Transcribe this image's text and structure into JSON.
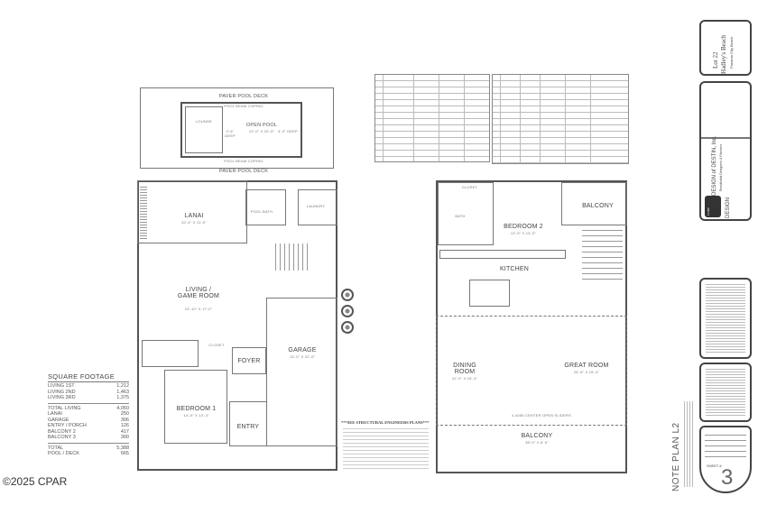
{
  "copyright": "©2025 CPAR",
  "first_floor": {
    "pool_deck_top": "PAVER POOL DECK",
    "pool_deck_bottom": "PAVER POOL DECK",
    "pool_beam_top": "POOL BEAM COPING",
    "pool_beam_bottom": "POOL BEAM COPING",
    "open_pool": "OPEN POOL",
    "open_pool_size": "13'-0\" X 10'-0\"",
    "lounge": "LOUNGE",
    "deep_left": "3'-6\" DEEP",
    "deep_right": "4'-0\" DEEP",
    "lanai": "LANAI",
    "lanai_size": "15'-4\" X 11'-0\"",
    "pool_bath": "POOL BATH",
    "laundry": "LAUNDRY",
    "living": "LIVING / GAME ROOM",
    "living_size": "23'-10\" X 17'-0\"",
    "closet": "CLOSET",
    "foyer": "FOYER",
    "bedroom1": "BEDROOM 1",
    "bedroom1_size": "14'-0\" X 13'-4\"",
    "garage": "GARAGE",
    "garage_size": "13'-0\" X 22'-0\"",
    "entry": "ENTRY"
  },
  "square_footage": {
    "title": "SQUARE FOOTAGE",
    "rows": [
      {
        "label": "LIVING 1ST",
        "value": "1,212"
      },
      {
        "label": "LIVING 2ND",
        "value": "1,463"
      },
      {
        "label": "LIVING 3RD",
        "value": "1,375"
      }
    ],
    "rows2": [
      {
        "label": "TOTAL LIVING",
        "value": "4,050"
      },
      {
        "label": "LANAI",
        "value": "250"
      },
      {
        "label": "GARAGE",
        "value": "306"
      },
      {
        "label": "ENTRY / PORCH",
        "value": "126"
      },
      {
        "label": "BALCONY 2",
        "value": "417"
      },
      {
        "label": "BALCONY 3",
        "value": "300"
      }
    ],
    "rows3": [
      {
        "label": "TOTAL",
        "value": "5,388"
      },
      {
        "label": "POOL / DECK",
        "value": "665"
      }
    ]
  },
  "second_floor": {
    "bath": "BATH",
    "closet": "CLOSET",
    "bedroom2": "BEDROOM 2",
    "bedroom2_size": "13'-0\" X 13'-0\"",
    "balcony_top": "BALCONY",
    "kitchen": "KITCHEN",
    "dining": "DINING ROOM",
    "dining_size": "12'-0\" X 15'-4\"",
    "great_room": "GREAT ROOM",
    "great_room_size": "24'-6\" X 15'-4\"",
    "balcony_bottom": "BALCONY",
    "balcony_bottom_size": "38'-0\" X 8'-0\"",
    "sliders": "4-4050 CENTER OPEN SLIDERS"
  },
  "engineers_note": {
    "title": "***SEE STRUCTURAL ENGINEERS PLANS***"
  },
  "title_block": {
    "lot": "Lot 22",
    "project": "Hadley's Beach",
    "location": "Panama City Beach",
    "company": "DESIGN of DESTIN, Inc.",
    "company_sub": "Residential Designers & Planners",
    "logo_text": "DESIGN",
    "logo_corp": "CORP",
    "sheet_title": "NOTE PLAN L2",
    "sheet_label": "SHEET #",
    "sheet_number": "3"
  }
}
